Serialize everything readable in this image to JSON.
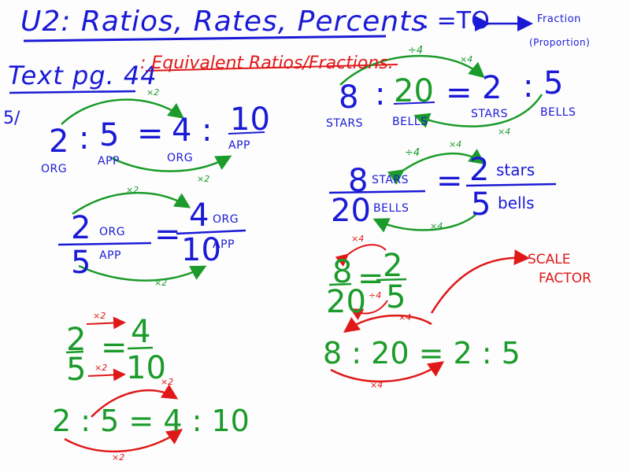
{
  "colors": {
    "blue": "#1a1ad6",
    "green": "#1a9b2a",
    "red": "#e01818"
  },
  "header": {
    "title": "U2: Ratios, Rates, Percents",
    "to_symbol": ": =TO",
    "fraction": "Fraction",
    "proportion": "(Proportion)",
    "text_ref": "Text pg. 44",
    "subtitle": ": Equivalent Ratios/Fractions."
  },
  "ex1": {
    "problem_num": "5/",
    "a": "2",
    "colon1": ":",
    "b": "5",
    "eq": "=",
    "c": "4",
    "colon2": ":",
    "d": "10",
    "a_label": "ORG",
    "b_label": "APP",
    "c_label": "ORG",
    "d_label": "APP",
    "top_mult": "×2",
    "bottom_mult": "×2"
  },
  "ex2": {
    "num1": "2",
    "num1_unit": "ORG",
    "den1": "5",
    "den1_unit": "APP",
    "eq": "=",
    "num2": "4",
    "num2_unit": "ORG",
    "den2": "10",
    "den2_unit": "APP",
    "top_mult": "×2",
    "bottom_mult": "×2"
  },
  "ex3": {
    "num1": "2",
    "den1": "5",
    "eq": "=",
    "num2": "4",
    "den2": "10",
    "mult_top": "×2",
    "mult_bottom": "×2",
    "ratio": "2 : 5 = 4 : 10",
    "ratio_top_mult": "×2",
    "ratio_bottom_mult": "×2"
  },
  "ex4": {
    "a": "8",
    "colon1": ":",
    "b": "20",
    "eq": "=",
    "c": "2",
    "colon2": ":",
    "d": "5",
    "a_label": "STARS",
    "b_label": "BELLS",
    "c_label": "STARS",
    "d_label": "BELLS",
    "div_top": "÷4",
    "top_mult": "×4",
    "bottom_mult": "×4"
  },
  "ex5": {
    "num1": "8",
    "num1_unit": "STARS",
    "den1": "20",
    "den1_unit": "BELLS",
    "eq": "=",
    "num2": "2",
    "num2_unit": "stars",
    "den2": "5",
    "den2_unit": "bells",
    "div_top": "÷4",
    "top_mult": "×4",
    "bottom_mult": "×4"
  },
  "ex6": {
    "num1": "8",
    "den1": "20",
    "eq": "=",
    "num2": "2",
    "den2": "5",
    "mult_top": "×4",
    "mult_bottom": "÷4",
    "ratio": "8 : 20 = 2 : 5",
    "ratio_top_mult": "×4",
    "ratio_bottom_mult": "×4",
    "scale_label_1": "SCALE",
    "scale_label_2": "FACTOR"
  }
}
